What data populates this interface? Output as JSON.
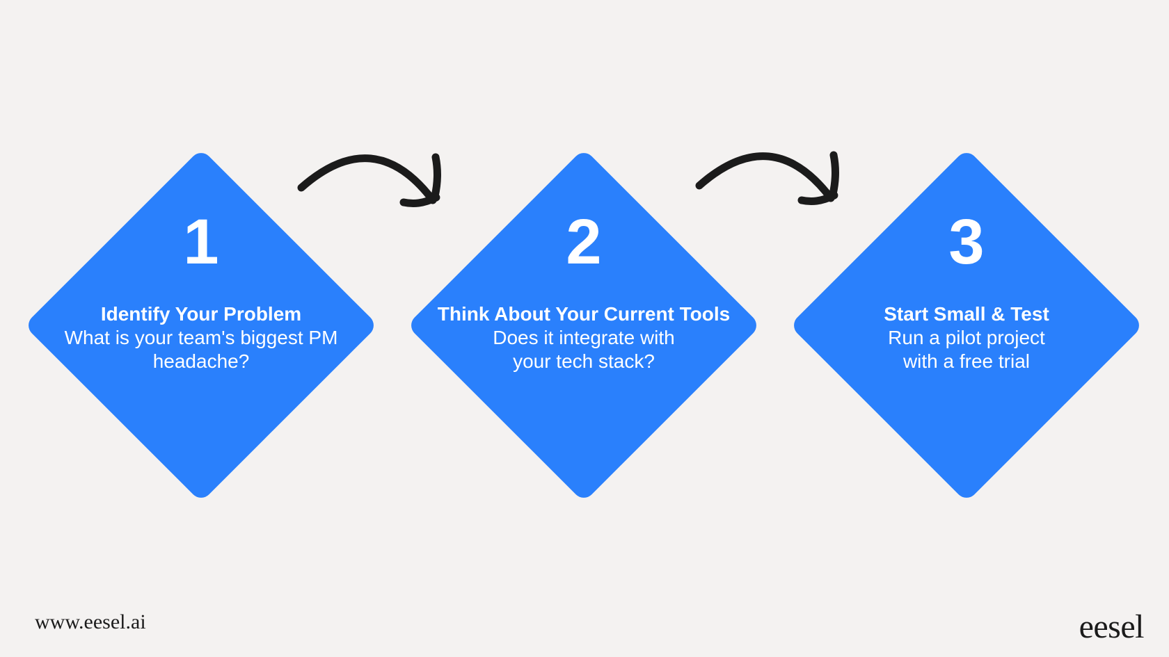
{
  "theme": {
    "background": "#F4F2F1",
    "diamond_blue": "#2A80FC",
    "text_on_blue": "#FFFFFF",
    "ink": "#1B1B1B"
  },
  "steps": [
    {
      "number": "1",
      "title": "Identify Your Problem",
      "description": "What is your team's biggest PM\nheadache?"
    },
    {
      "number": "2",
      "title": "Think About Your Current Tools",
      "description": "Does it integrate with\nyour tech stack?"
    },
    {
      "number": "3",
      "title": "Start Small & Test",
      "description": "Run a pilot project\nwith a free trial"
    }
  ],
  "arrows": [
    {
      "icon": "hand-drawn-curved-arrow-right"
    },
    {
      "icon": "hand-drawn-curved-arrow-right"
    }
  ],
  "footer": {
    "website": "www.eesel.ai",
    "logo": "eesel"
  }
}
